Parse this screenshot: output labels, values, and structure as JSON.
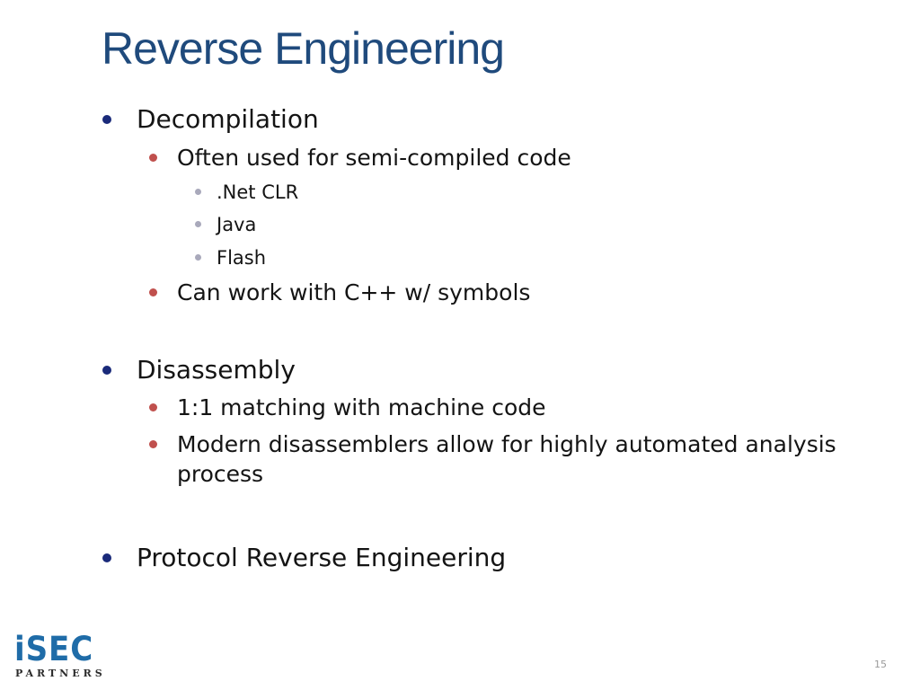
{
  "slide": {
    "title": "Reverse Engineering",
    "bullets": [
      {
        "text": "Decompilation",
        "children": [
          {
            "text": "Often used for semi-compiled code",
            "children": [
              {
                "text": ".Net CLR"
              },
              {
                "text": "Java"
              },
              {
                "text": "Flash"
              }
            ]
          },
          {
            "text": "Can work with C++ w/ symbols"
          }
        ]
      },
      {
        "text": "Disassembly",
        "children": [
          {
            "text": "1:1 matching with machine code"
          },
          {
            "text": "Modern disassemblers allow for highly automated analysis process"
          }
        ]
      },
      {
        "text": "Protocol Reverse Engineering"
      }
    ],
    "page_number": "15"
  },
  "logo": {
    "main": "iSEC",
    "sub": "PARTNERS"
  },
  "colors": {
    "title": "#1f4a7c",
    "level1_bullet": "#1a2a7a",
    "level2_bullet": "#c0504d",
    "level3_bullet": "#a9a9bb",
    "logo": "#1f6ca8"
  }
}
